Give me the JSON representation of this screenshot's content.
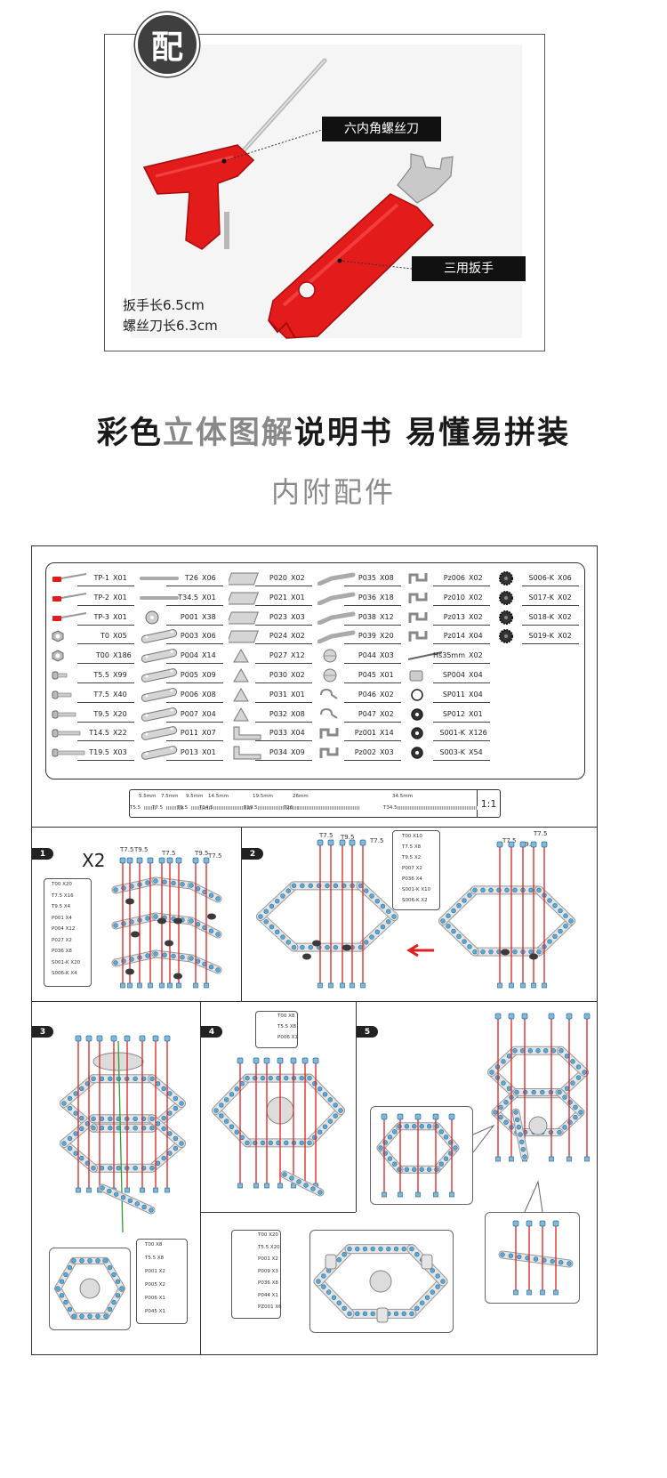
{
  "tools_section": {
    "badge": "配",
    "hex_label": "六内角螺丝刀",
    "wrench_label": "三用扳手",
    "spec_wrench": "扳手长6.5cm",
    "spec_screwdriver": "螺丝刀长6.3cm"
  },
  "headline": {
    "part1": "彩色",
    "part2": "立体图解",
    "part3": "说明书  易懂易拼装"
  },
  "subheadline": "内附配件",
  "parts": [
    {
      "code": "TP-1",
      "qty": "X01"
    },
    {
      "code": "TP-2",
      "qty": "X01"
    },
    {
      "code": "TP-3",
      "qty": "X01"
    },
    {
      "code": "T0",
      "qty": "X05"
    },
    {
      "code": "T00",
      "qty": "X186"
    },
    {
      "code": "T5.5",
      "qty": "X99"
    },
    {
      "code": "T7.5",
      "qty": "X40"
    },
    {
      "code": "T9.5",
      "qty": "X20"
    },
    {
      "code": "T14.5",
      "qty": "X22"
    },
    {
      "code": "T19.5",
      "qty": "X03"
    },
    {
      "code": "T26",
      "qty": "X06"
    },
    {
      "code": "T34.5",
      "qty": "X01"
    },
    {
      "code": "P001",
      "qty": "X38"
    },
    {
      "code": "P003",
      "qty": "X06"
    },
    {
      "code": "P004",
      "qty": "X14"
    },
    {
      "code": "P005",
      "qty": "X09"
    },
    {
      "code": "P006",
      "qty": "X08"
    },
    {
      "code": "P007",
      "qty": "X04"
    },
    {
      "code": "P011",
      "qty": "X07"
    },
    {
      "code": "P013",
      "qty": "X01"
    },
    {
      "code": "P020",
      "qty": "X02"
    },
    {
      "code": "P021",
      "qty": "X01"
    },
    {
      "code": "P023",
      "qty": "X03"
    },
    {
      "code": "P024",
      "qty": "X02"
    },
    {
      "code": "P027",
      "qty": "X12"
    },
    {
      "code": "P030",
      "qty": "X02"
    },
    {
      "code": "P031",
      "qty": "X01"
    },
    {
      "code": "P032",
      "qty": "X08"
    },
    {
      "code": "P033",
      "qty": "X04"
    },
    {
      "code": "P034",
      "qty": "X09"
    },
    {
      "code": "P035",
      "qty": "X08"
    },
    {
      "code": "P036",
      "qty": "X18"
    },
    {
      "code": "P038",
      "qty": "X12"
    },
    {
      "code": "P039",
      "qty": "X20"
    },
    {
      "code": "P044",
      "qty": "X03"
    },
    {
      "code": "P045",
      "qty": "X01"
    },
    {
      "code": "P046",
      "qty": "X02"
    },
    {
      "code": "P047",
      "qty": "X02"
    },
    {
      "code": "Pz001",
      "qty": "X14"
    },
    {
      "code": "Pz002",
      "qty": "X03"
    },
    {
      "code": "Pz006",
      "qty": "X02"
    },
    {
      "code": "Pz010",
      "qty": "X02"
    },
    {
      "code": "Pz013",
      "qty": "X02"
    },
    {
      "code": "Pz014",
      "qty": "X04"
    },
    {
      "code": "Hs35mm",
      "qty": "X02"
    },
    {
      "code": "SP004",
      "qty": "X04"
    },
    {
      "code": "SP011",
      "qty": "X04"
    },
    {
      "code": "SP012",
      "qty": "X01"
    },
    {
      "code": "S001-K",
      "qty": "X126"
    },
    {
      "code": "S003-K",
      "qty": "X54"
    },
    {
      "code": "S006-K",
      "qty": "X06"
    },
    {
      "code": "S017-K",
      "qty": "X02"
    },
    {
      "code": "S018-K",
      "qty": "X02"
    },
    {
      "code": "S019-K",
      "qty": "X02"
    }
  ],
  "ruler": {
    "scale": "1:1",
    "marks": [
      {
        "mm": "5.5mm",
        "code": "T5.5"
      },
      {
        "mm": "7.5mm",
        "code": "T7.5"
      },
      {
        "mm": "9.5mm",
        "code": "T9.5"
      },
      {
        "mm": "14.5mm",
        "code": "T14.5"
      },
      {
        "mm": "19.5mm",
        "code": "T19.5"
      },
      {
        "mm": "26mm",
        "code": "T26"
      },
      {
        "mm": "34.5mm",
        "code": "T34.5"
      }
    ]
  },
  "steps": [
    {
      "number": "1",
      "multiplier": "X2",
      "screw_labels": [
        "T7.5",
        "T9.5",
        "T7.5",
        "T9.5",
        "T7.5"
      ],
      "parts": [
        "T00 X20",
        "T7.5 X16",
        "T9.5 X4",
        "P001 X4",
        "P004 X12",
        "P027 X2",
        "P036 X8",
        "S001-K X20",
        "S006-K X4"
      ]
    },
    {
      "number": "2",
      "screw_labels": [
        "T7.5",
        "T9.5",
        "T7.5",
        "T7.5",
        "T9.5",
        "T7.5"
      ],
      "parts": [
        "T00 X10",
        "T7.5 X8",
        "T9.5 X2",
        "P007 X2",
        "P036 X4",
        "S001-K X10",
        "S006-K X2"
      ]
    },
    {
      "number": "3",
      "parts": [
        "T00 X8",
        "T5.5 X8",
        "P001 X2",
        "P005 X2",
        "P006 X1",
        "P045 X1"
      ]
    },
    {
      "number": "4",
      "parts": [
        "T00 X8",
        "T5.5 X8",
        "P006 X1"
      ]
    },
    {
      "number": "5",
      "parts": [
        "T00 X20",
        "T5.5 X20",
        "P001 X2",
        "P009 X3",
        "P036 X8",
        "P044 X1",
        "PZ001 X6"
      ]
    }
  ]
}
